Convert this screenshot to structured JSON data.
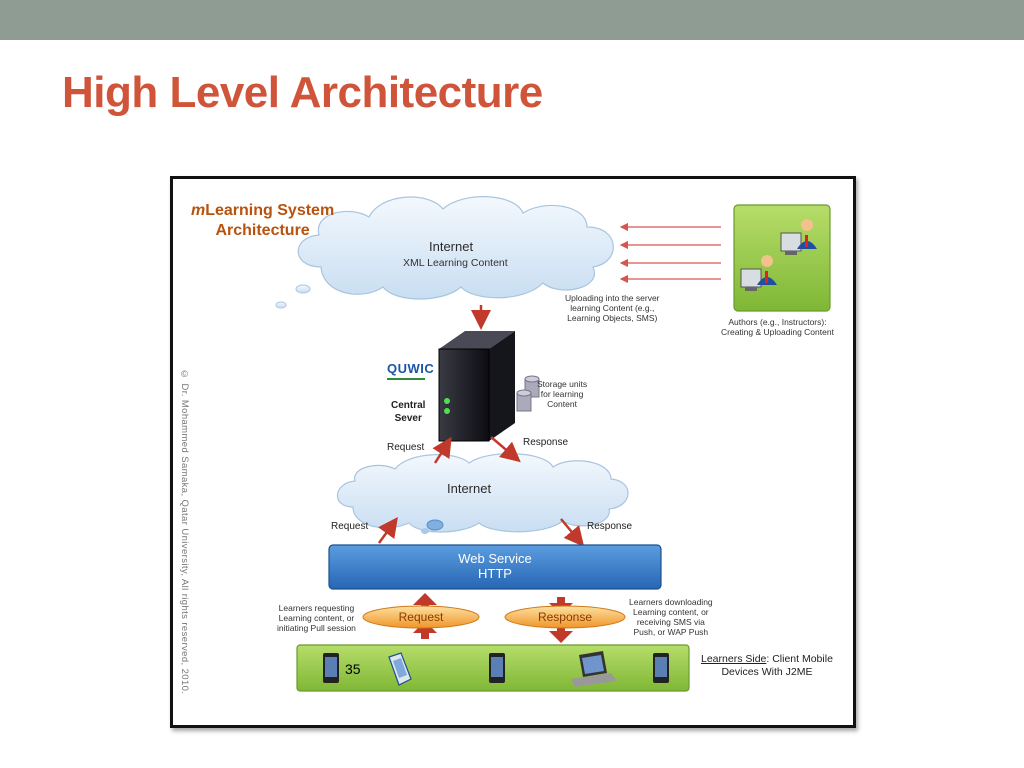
{
  "slide": {
    "title": "High Level Architecture",
    "page_number": "35"
  },
  "diagram": {
    "system_title_prefix": "m",
    "system_title_line1": "Learning System",
    "system_title_line2": "Architecture",
    "top_cloud": {
      "title": "Internet",
      "subtitle": "XML Learning Content"
    },
    "uploading_note": [
      "Uploading into the server",
      "learning Content (e.g.,",
      "Learning Objects, SMS)"
    ],
    "authors_note": [
      "Authors (e.g., Instructors):",
      "Creating & Uploading Content"
    ],
    "logo": "QUWIC",
    "server_label": [
      "Central",
      "Sever"
    ],
    "storage_note": [
      "Storage units",
      "for learning",
      "Content"
    ],
    "request_upper": "Request",
    "response_upper": "Response",
    "middle_cloud": {
      "title": "Internet"
    },
    "request_lower": "Request",
    "response_lower": "Response",
    "web_service": {
      "title": "Web Service",
      "protocol": "HTTP"
    },
    "request_pill": "Request",
    "response_pill": "Response",
    "learners_requesting_note": [
      "Learners requesting",
      "Learning content, or",
      "initiating Pull session"
    ],
    "learners_downloading_note": [
      "Learners downloading",
      "Learning content, or",
      "receiving SMS via",
      "Push, or WAP Push"
    ],
    "learners_side_underlined": "Learners Side",
    "learners_side_rest": ": Client Mobile",
    "learners_side_line2": "Devices With J2ME",
    "copyright": "© Dr. Mohammed Samaka, Qatar University, All rights reserved, 2010."
  },
  "colors": {
    "title": "#d0543a",
    "top_bar": "#8e9c94",
    "system_title": "#b8520e",
    "arrow": "#c0392b",
    "web_service": "#2f79c7",
    "pill": "#f2a33a",
    "green_panel": "#8cc63f"
  }
}
